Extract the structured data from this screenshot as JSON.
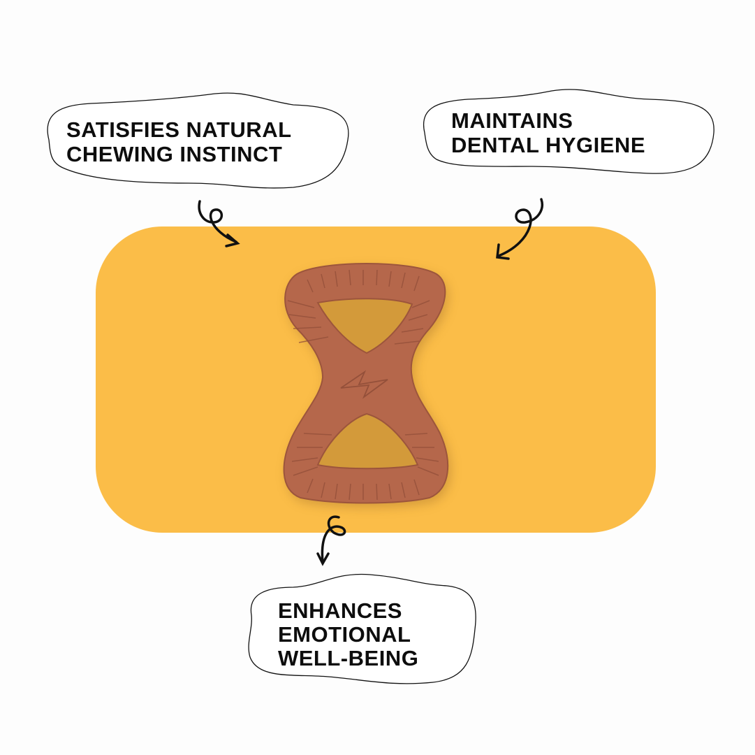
{
  "callouts": [
    {
      "text": "SATISFIES NATURAL\nCHEWING INSTINCT"
    },
    {
      "text": "MAINTAINS\nDENTAL HYGIENE"
    },
    {
      "text": "ENHANCES\nEMOTIONAL\nWELL-BEING"
    }
  ],
  "colors": {
    "background": "#fdfdfd",
    "panel": "#fbbd48",
    "toy": "#b5674b",
    "text": "#0d0d0d"
  },
  "product": {
    "icon": "lightning-bolt-logo-icon"
  }
}
